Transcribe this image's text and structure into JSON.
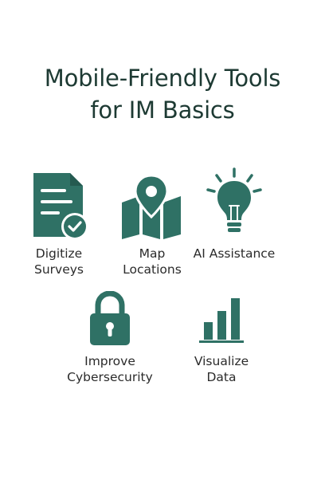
{
  "title": {
    "line1": "Mobile-Friendly Tools",
    "line2": "for IM Basics"
  },
  "colors": {
    "primary": "#2f7165",
    "text": "#2b2b2b",
    "title": "#1d3a33"
  },
  "tools": [
    {
      "id": "digitize-surveys",
      "icon": "document-check-icon",
      "label_line1": "Digitize",
      "label_line2": "Surveys"
    },
    {
      "id": "map-locations",
      "icon": "map-pin-icon",
      "label_line1": "Map",
      "label_line2": "Locations"
    },
    {
      "id": "ai-assistance",
      "icon": "lightbulb-icon",
      "label_line1": "AI Assistance",
      "label_line2": ""
    },
    {
      "id": "improve-cybersecurity",
      "icon": "padlock-icon",
      "label_line1": "Improve",
      "label_line2": "Cybersecurity"
    },
    {
      "id": "visualize-data",
      "icon": "bar-chart-icon",
      "label_line1": "Visualize",
      "label_line2": "Data"
    }
  ]
}
